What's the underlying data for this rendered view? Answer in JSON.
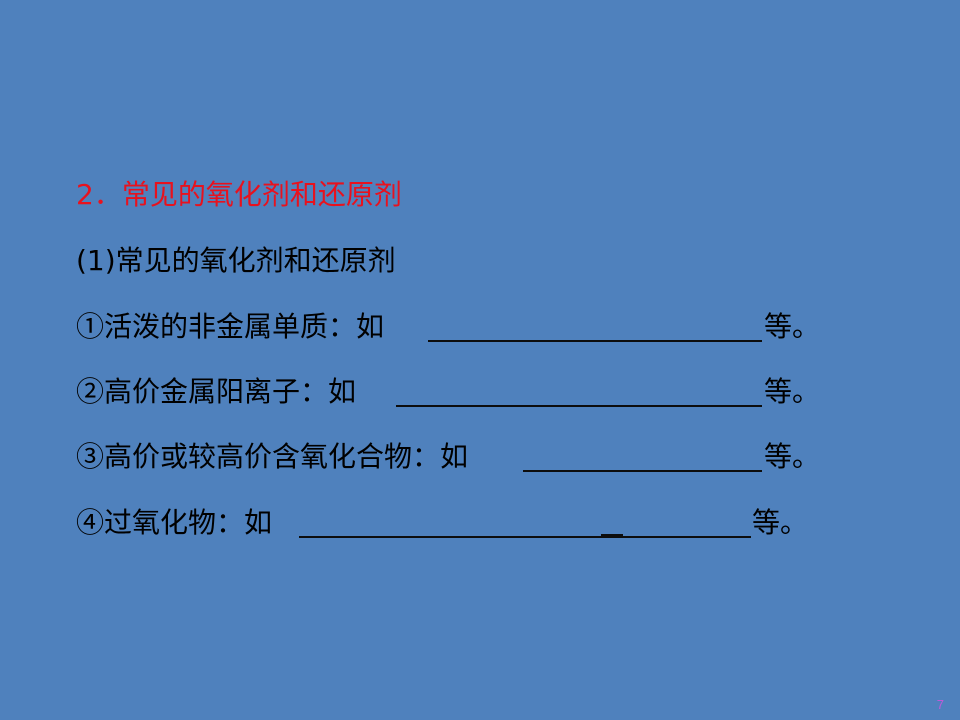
{
  "slide": {
    "heading": "2．常见的氧化剂和还原剂",
    "subheading": "(1)常见的氧化剂和还原剂",
    "items": [
      {
        "prefix": "①活泼的非金属单质：如",
        "suffix": "等。"
      },
      {
        "prefix": "②高价金属阳离子：如",
        "suffix": "等。"
      },
      {
        "prefix": "③高价或较高价含氧化合物：如",
        "suffix": "等。"
      },
      {
        "prefix": "④过氧化物：如",
        "suffix": "等。"
      }
    ],
    "page_number": "7",
    "colors": {
      "background": "#4f81bd",
      "heading": "#e8121e",
      "page_number": "#c05ad8"
    }
  }
}
